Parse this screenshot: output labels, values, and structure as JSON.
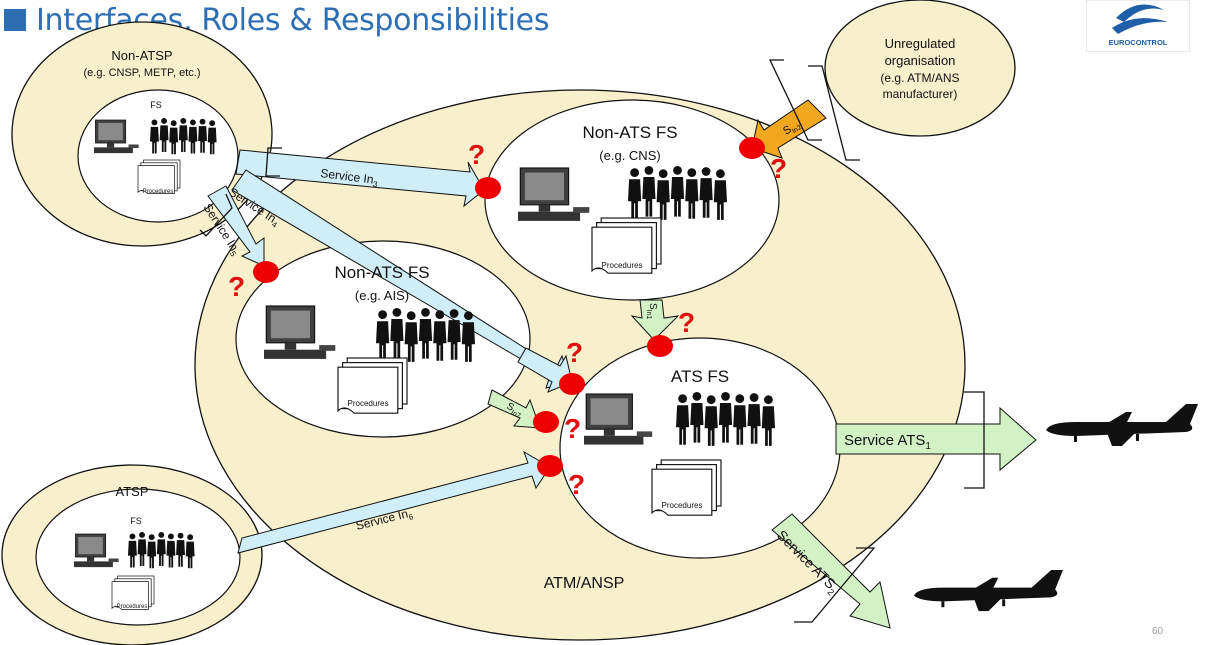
{
  "title": "Interfaces, Roles & Responsibilities",
  "logo": {
    "text": "EUROCONTROL",
    "color": "#1f5ea8"
  },
  "colors": {
    "ellipse_fill": "#f8f0cc",
    "arrow_blue": "#cfeef8",
    "arrow_green": "#d2f2c6",
    "arrow_orange": "#f2a81e",
    "interface_dot": "#ee0000",
    "question": "#e01010",
    "title": "#2e6fb3"
  },
  "main_organisation": {
    "label": "ATM/ANSP"
  },
  "non_atsp": {
    "name": "Non-ATSP",
    "example": "(e.g. CNSP, METP, etc.)",
    "fs": "FS",
    "procedures": "Procedures"
  },
  "unregulated": {
    "line1": "Unregulated",
    "line2": "organisation",
    "line3": "(e.g. ATM/ANS",
    "line4": "manufacturer)"
  },
  "atsp": {
    "name": "ATSP",
    "fs": "FS",
    "procedures": "Procedures"
  },
  "non_ats_cns": {
    "name": "Non-ATS FS",
    "example": "(e.g. CNS)",
    "procedures": "Procedures"
  },
  "non_ats_ais": {
    "name": "Non-ATS FS",
    "example": "(e.g. AIS)",
    "procedures": "Procedures"
  },
  "ats_fs": {
    "name": "ATS FS",
    "procedures": "Procedures"
  },
  "services": {
    "in3": {
      "text": "Service In",
      "sub": "3"
    },
    "in4": {
      "text": "Service In",
      "sub": "4"
    },
    "in5": {
      "text": "Service In",
      "sub": "5"
    },
    "in6": {
      "text": "Service In",
      "sub": "6"
    },
    "in2": {
      "text": "S",
      "sub": "In2"
    },
    "in1": {
      "text": "S",
      "sub": "In1"
    },
    "in7": {
      "text": "S",
      "sub": "In7"
    },
    "ats1": {
      "text": "Service ATS",
      "sub": "1"
    },
    "ats2": {
      "text": "Service ATS",
      "sub": "2"
    }
  },
  "question_mark": "?",
  "page_number": "60"
}
